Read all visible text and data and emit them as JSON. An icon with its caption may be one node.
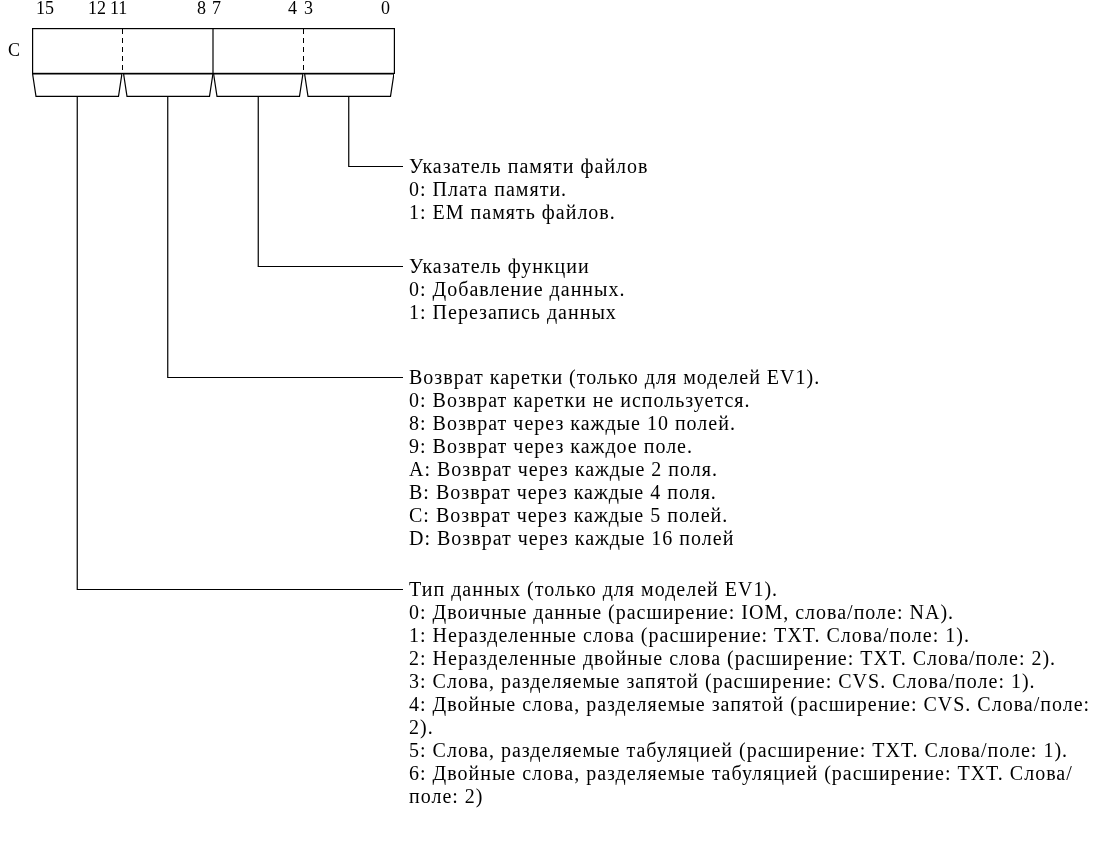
{
  "diagram": {
    "nodes": [
      {
        "text": [
          "C"
        ]
      },
      {
        "text": [],
        "shape": "box"
      },
      {
        "text": [],
        "shape": "box"
      },
      {
        "text": [],
        "shape": "box"
      },
      {
        "text": [],
        "shape": "box"
      },
      {
        "text": [
          "Указатель памяти файлов",
          "0: Плата памяти.",
          "1: EM память файлов."
        ]
      },
      {
        "text": [
          "Указатель функции",
          "0: Добавление данных.",
          "1: Перезапись данных"
        ]
      },
      {
        "text": [
          "Возврат каретки (только для моделей EV1).",
          "0: Возврат каретки не используется.",
          "8: Возврат через каждые 10 полей.",
          "9: Возврат через каждое поле.",
          "A: Возврат через каждые 2 поля.",
          "B: Возврат через каждые 4 поля.",
          "C: Возврат через каждые 5 полей.",
          "D: Возврат через каждые 16 полей"
        ]
      },
      {
        "text": [
          "Тип данных (только для моделей EV1).",
          "0: Двоичные данные (расширение: IOM, слова/поле: NA).",
          "1: Неразделенные слова (расширение: TXT. Слова/поле: 1).",
          "2: Неразделенные двойные слова (расширение: TXT. Слова/поле: 2).",
          "3: Слова, разделяемые запятой (расширение: CVS. Слова/поле: 1).",
          "4: Двойные слова, разделяемые запятой (расширение: CVS. Слова/поле: 2).",
          "5: Слова, разделяемые табуляцией (расширение: TXT. Слова/поле: 1).",
          "6: Двойные слова, разделяемые табуляцией (расширение: TXT. Слова/поле: 2)"
        ]
      }
    ],
    "edges": [
      {
        "from": 4,
        "to": 5,
        "arrow": "none"
      },
      {
        "from": 3,
        "to": 6,
        "arrow": "none"
      },
      {
        "from": 2,
        "to": 7,
        "arrow": "none"
      },
      {
        "from": 1,
        "to": 8,
        "arrow": "none"
      }
    ],
    "labels": [
      "15",
      "12",
      "11",
      "8",
      "7",
      "4",
      "3",
      "0"
    ]
  }
}
